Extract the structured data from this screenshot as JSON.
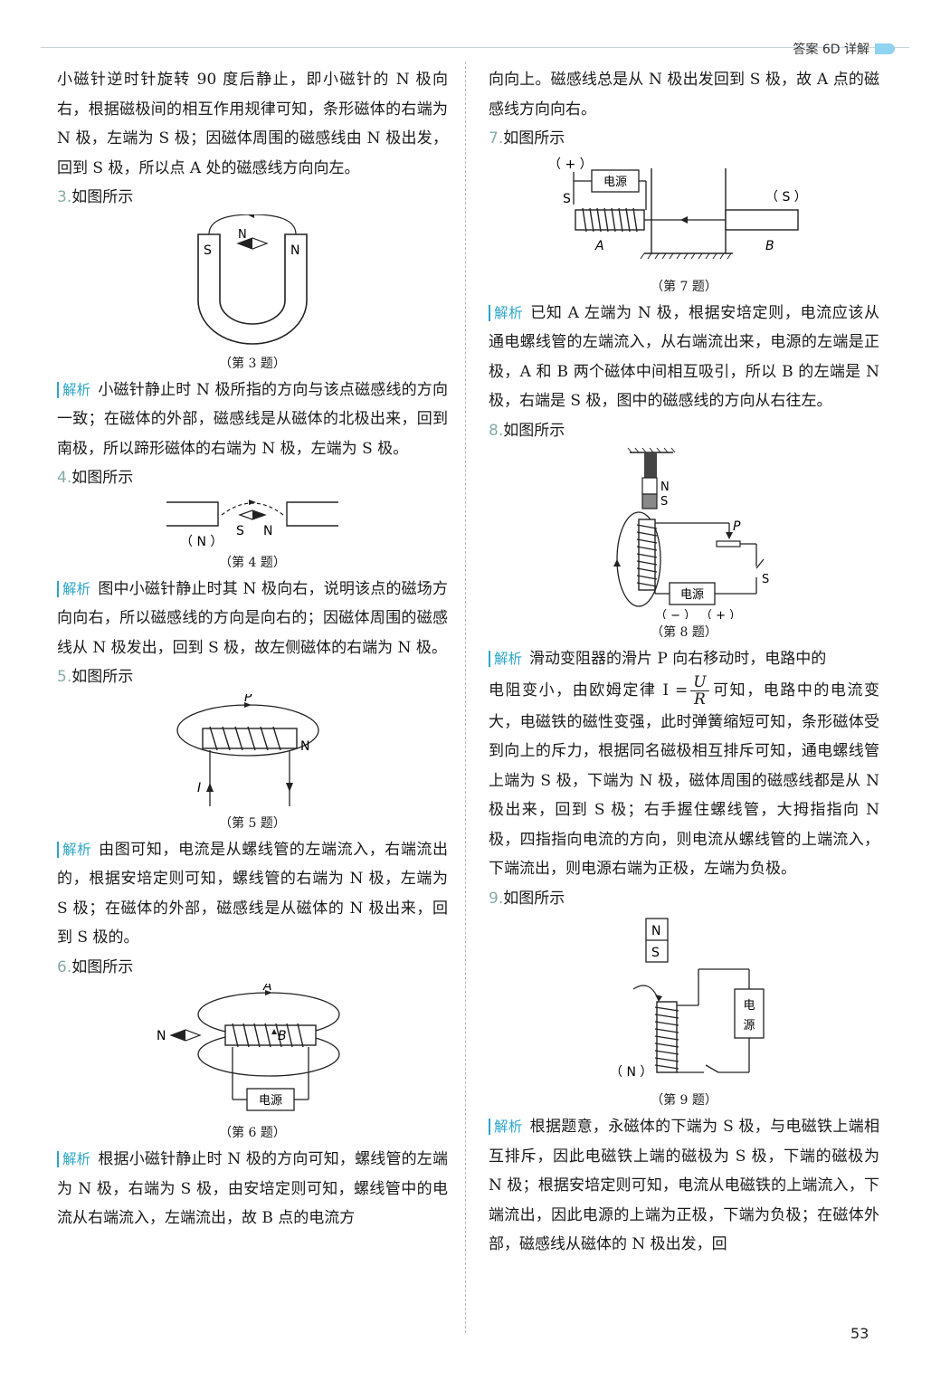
{
  "header": {
    "title": "答案 6D 详解"
  },
  "page_number": "53",
  "left": {
    "intro": "小磁针逆时针旋转 90 度后静止，即小磁针的 N 极向右，根据磁极间的相互作用规律可知，条形磁体的右端为 N 极，左端为 S 极；因磁体周围的磁感线由 N 极出发，回到 S 极，所以点 A 处的磁感线方向向左。",
    "q3": {
      "num": "3.",
      "head": "如图所示",
      "caption": "（第 3 题）",
      "tag": "解析",
      "expl": "小磁针静止时 N 极所指的方向与该点磁感线的方向一致；在磁体的外部，磁感线是从磁体的北极出来，回到南极，所以蹄形磁体的右端为 N 极，左端为 S 极。",
      "fig": {
        "s": "S",
        "n": "N",
        "n2": "N"
      }
    },
    "q4": {
      "num": "4.",
      "head": "如图所示",
      "caption": "（第 4 题）",
      "tag": "解析",
      "expl": "图中小磁针静止时其 N 极向右，说明该点的磁场方向向右，所以磁感线的方向是向右的；因磁体周围的磁感线从 N 极发出，回到 S 极，故左侧磁体的右端为 N 极。",
      "fig": {
        "pole": "（ N ）",
        "s": "S",
        "n": "N"
      }
    },
    "q5": {
      "num": "5.",
      "head": "如图所示",
      "caption": "（第 5 题）",
      "tag": "解析",
      "expl": "由图可知，电流是从螺线管的左端流入，右端流出的，根据安培定则可知，螺线管的右端为 N 极，左端为 S 极；在磁体的外部，磁感线是从磁体的 N 极出来，回到 S 极的。",
      "fig": {
        "p": "P",
        "n": "N",
        "i": "I"
      }
    },
    "q6": {
      "num": "6.",
      "head": "如图所示",
      "caption": "（第 6 题）",
      "tag": "解析",
      "expl": "根据小磁针静止时 N 极的方向可知，螺线管的左端为 N 极，右端为 S 极，由安培定则可知，螺线管中的电流从右端流入，左端流出，故 B 点的电流方",
      "fig": {
        "a": "A",
        "b": "B",
        "n": "N",
        "source": "电源"
      }
    }
  },
  "right": {
    "cont": "向向上。磁感线总是从 N 极出发回到 S 极，故 A 点的磁感线方向向右。",
    "q7": {
      "num": "7.",
      "head": "如图所示",
      "caption": "（第 7 题）",
      "tag": "解析",
      "expl": "已知 A 左端为 N 极，根据安培定则，电流应该从通电螺线管的左端流入，从右端流出来，电源的左端是正极，A 和 B 两个磁体中间相互吸引，所以 B 的左端是 N 极，右端是 S 极，图中的磁感线的方向从右往左。",
      "fig": {
        "plus": "（ + ）",
        "source": "电源",
        "s": "S",
        "s_pole": "（ S ）",
        "a": "A",
        "b": "B"
      }
    },
    "q8": {
      "num": "8.",
      "head": "如图所示",
      "caption": "（第 8 题）",
      "tag": "解析",
      "expl1": "滑动变阻器的滑片 P 向右移动时，电路中的",
      "expl2a": "电阻变小，由欧姆定律 I =",
      "frac_n": "U",
      "frac_d": "R",
      "expl2b": "可知，电路中的电流变",
      "expl3": "大，电磁铁的磁性变强，此时弹簧缩短可知，条形磁体受到向上的斥力，根据同名磁极相互排斥可知，通电螺线管上端为 S 极，下端为 N 极，磁体周围的磁感线都是从 N 极出来，回到 S 极；右手握住螺线管，大拇指指向 N 极，四指指向电流的方向，则电流从螺线管的上端流入，下端流出，则电源右端为正极，左端为负极。",
      "fig": {
        "n": "N",
        "s": "S",
        "p": "P",
        "sw": "S",
        "source": "电源",
        "minus": "（ − ）",
        "plus": "（ + ）"
      }
    },
    "q9": {
      "num": "9.",
      "head": "如图所示",
      "caption": "（第 9 题）",
      "tag": "解析",
      "expl": "根据题意，永磁体的下端为 S 极，与电磁铁上端相互排斥，因此电磁铁上端的磁极为 S 极，下端的磁极为 N 极；根据安培定则可知，电流从电磁铁的上端流入，下端流出，因此电源的上端为正极，下端为负极；在磁体外部，磁感线从磁体的 N 极出发，回",
      "fig": {
        "n": "N",
        "s": "S",
        "src1": "电",
        "src2": "源",
        "plus": "（ + ）",
        "minus": "（ − ）",
        "pole": "（ N ）"
      }
    }
  }
}
